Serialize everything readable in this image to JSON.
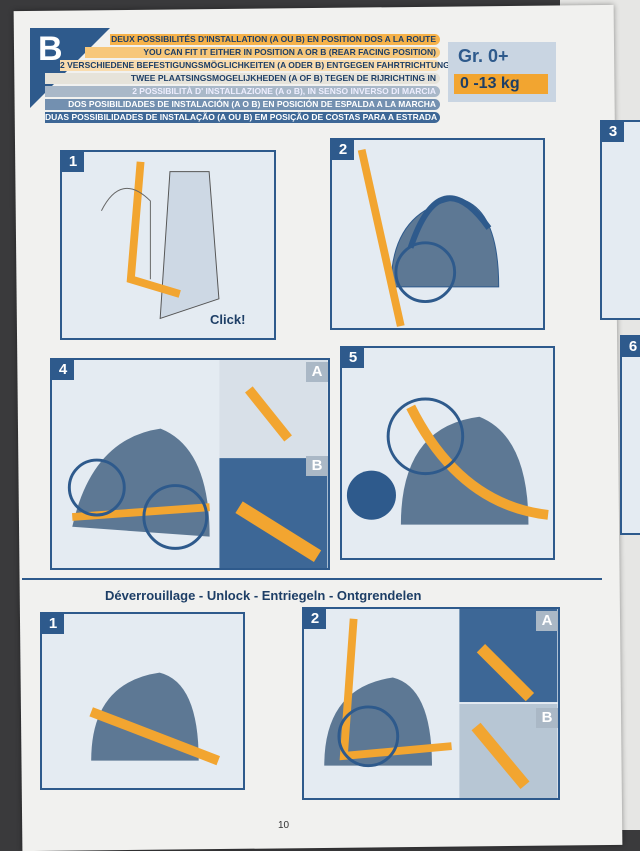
{
  "section_letter": "B",
  "header_lines": [
    "DEUX POSSIBILITÉS D'INSTALLATION (A OU B) EN POSITION DOS A LA ROUTE",
    "YOU CAN FIT IT EITHER IN POSITION A OR B (REAR FACING POSITION)",
    "2 VERSCHIEDENE BEFESTIGUNGSMÖGLICHKEITEN (A ODER B) ENTGEGEN FAHRTRICHTUNG",
    "TWEE PLAATSINGSMOGELIJKHEDEN (A OF B) TEGEN DE RIJRICHTING IN",
    "2 POSSIBILITÀ D' INSTALLAZIONE (A o B), IN SENSO INVERSO DI MARCIA",
    "DOS POSIBILIDADES DE INSTALACIÓN (A O B) EN POSICIÓN DE ESPALDA A LA MARCHA",
    "DUAS POSSIBILIDADES DE INSTALAÇÃO (A OU B) EM POSIÇÃO DE COSTAS PARA A ESTRADA"
  ],
  "group_badge": {
    "group": "Gr. 0+",
    "weight": "0 -13 kg"
  },
  "install_steps": [
    {
      "number": "1",
      "caption": "Click!"
    },
    {
      "number": "2"
    },
    {
      "number": "3"
    },
    {
      "number": "4",
      "sub_labels": [
        "A",
        "B"
      ]
    },
    {
      "number": "5"
    },
    {
      "number": "6"
    }
  ],
  "unlock": {
    "title": "Déverrouillage - Unlock - Entriegeln - Ontgrendelen",
    "steps": [
      {
        "number": "1"
      },
      {
        "number": "2",
        "sub_labels": [
          "A",
          "B"
        ]
      }
    ]
  },
  "page_number": "10",
  "colors": {
    "blue": "#2e5a8c",
    "orange": "#f2a530",
    "light_blue": "#e4ebf2"
  }
}
